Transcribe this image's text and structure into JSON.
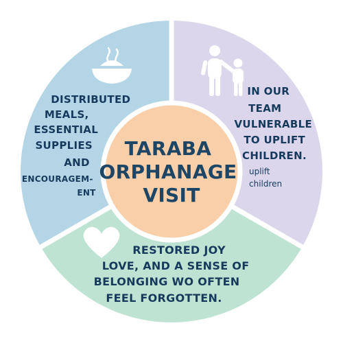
{
  "center": {
    "lines": [
      "TARABA",
      "ORPHANAGE",
      "VISIT"
    ]
  },
  "segments": {
    "left": {
      "icon": "steaming-food-bowl-icon",
      "lines": [
        "DISTRIBUTED",
        "MEALS,",
        "ESSENTIAL",
        "SUPPLIES",
        "AND",
        "ENCOURAGEM-",
        "ENT"
      ]
    },
    "right": {
      "icon": "adult-and-child-icon",
      "lines": [
        "IN OUR",
        "TEAM",
        "VULNERABLE",
        "TO UPLIFT",
        "CHILDREN."
      ],
      "sub_lines": [
        "uplift",
        "children"
      ]
    },
    "bottom": {
      "icon": "heart-icon",
      "lines": [
        "RESTORED JOY",
        "LOVE, AND A SENSE OF",
        "BELONGING WO OFTEN",
        "FEEL FORGOTTEN."
      ]
    }
  },
  "colors": {
    "left_segment": "#b4d5e6",
    "right_segment": "#dcd6ec",
    "bottom_segment": "#bfe3d3",
    "center_circle": "#f8cfa9",
    "text_navy": "#163a5c",
    "center_text": "#1d4666",
    "icon_white": "#ffffff"
  }
}
